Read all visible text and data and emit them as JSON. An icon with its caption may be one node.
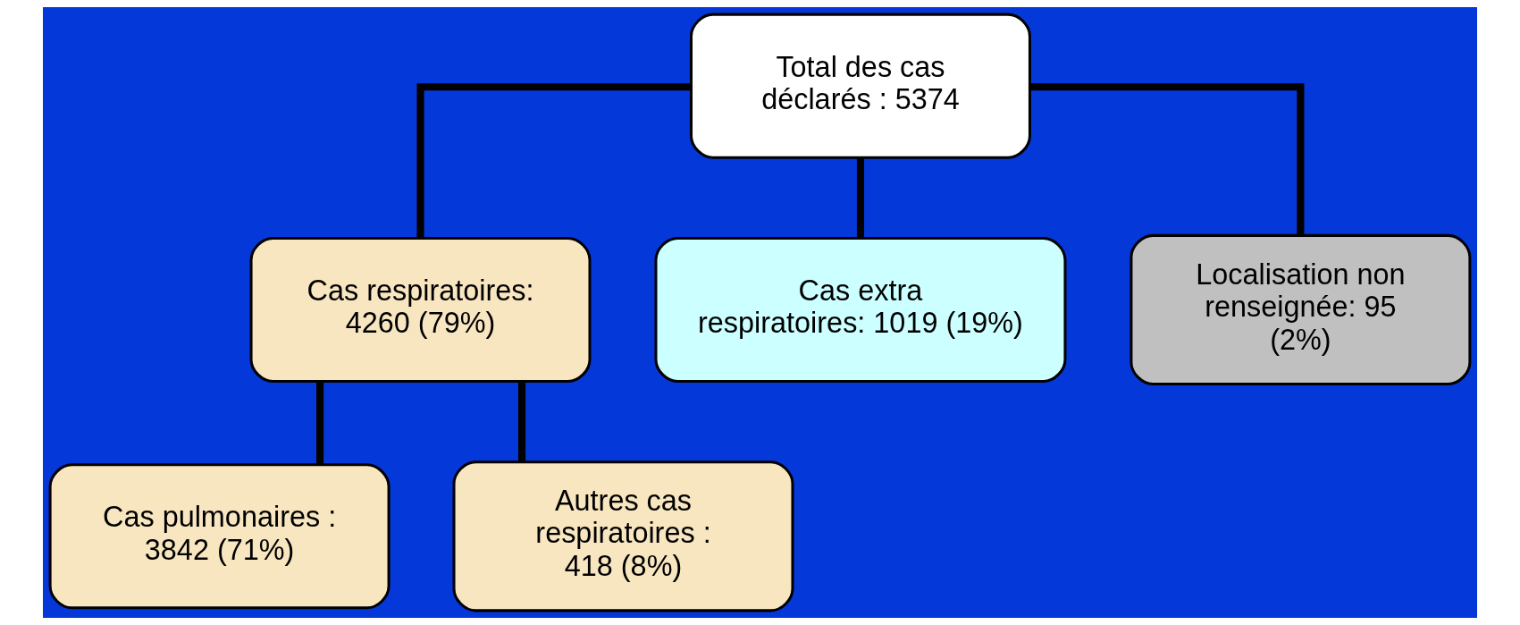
{
  "diagram": {
    "nodes": [
      {
        "text": [
          "Total des cas déclarés : 5374"
        ]
      },
      {
        "text": [
          "Cas respiratoires: 4260 (79%)"
        ]
      },
      {
        "text": [
          "Cas extra respiratoires: 1019 (19%)"
        ]
      },
      {
        "text": [
          "Localisation non renseignée: 95 (2%)"
        ]
      },
      {
        "text": [
          "Cas pulmonaires : 3842 (71%)"
        ]
      },
      {
        "text": [
          "Autres cas respiratoires : 418 (8%)"
        ]
      }
    ],
    "edges": [
      {
        "from": 0,
        "to": 1,
        "arrow": "none"
      },
      {
        "from": 0,
        "to": 2,
        "arrow": "none"
      },
      {
        "from": 0,
        "to": 3,
        "arrow": "none"
      },
      {
        "from": 1,
        "to": 4,
        "arrow": "none"
      },
      {
        "from": 1,
        "to": 5,
        "arrow": "none"
      }
    ]
  }
}
